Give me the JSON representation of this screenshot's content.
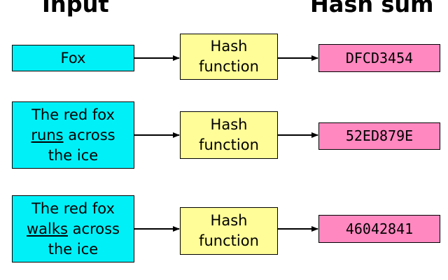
{
  "headers": {
    "input": "Input",
    "hash_sum": "Hash sum"
  },
  "rows": [
    {
      "input": [
        "Fox"
      ],
      "underline_word": "",
      "rest": "",
      "function_lines": [
        "Hash",
        "function"
      ],
      "output": "DFCD3454"
    },
    {
      "input": [
        "The red fox"
      ],
      "underline_word": "runs",
      "rest": " across",
      "last_line": "the ice",
      "function_lines": [
        "Hash",
        "function"
      ],
      "output": "52ED879E"
    },
    {
      "input": [
        "The red fox"
      ],
      "underline_word": "walks",
      "rest": " across",
      "last_line": "the ice",
      "function_lines": [
        "Hash",
        "function"
      ],
      "output": "46042841"
    }
  ],
  "colors": {
    "input": "#00f0f8",
    "function": "#fffd98",
    "output": "#ff88c0"
  }
}
